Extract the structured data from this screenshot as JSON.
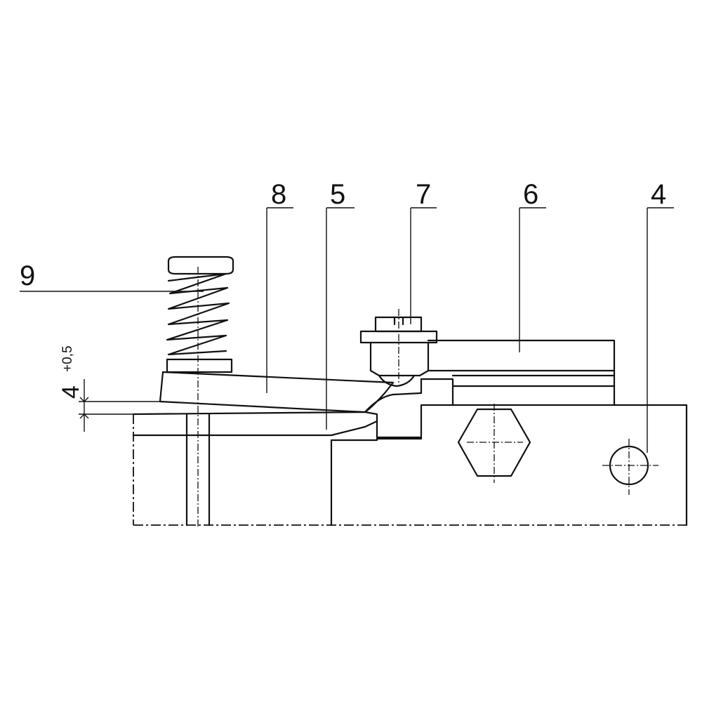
{
  "callouts": {
    "c9": "9",
    "c8": "8",
    "c5": "5",
    "c7": "7",
    "c6": "6",
    "c4": "4"
  },
  "dimension": {
    "value": "4",
    "tolerance": "+0,5"
  }
}
